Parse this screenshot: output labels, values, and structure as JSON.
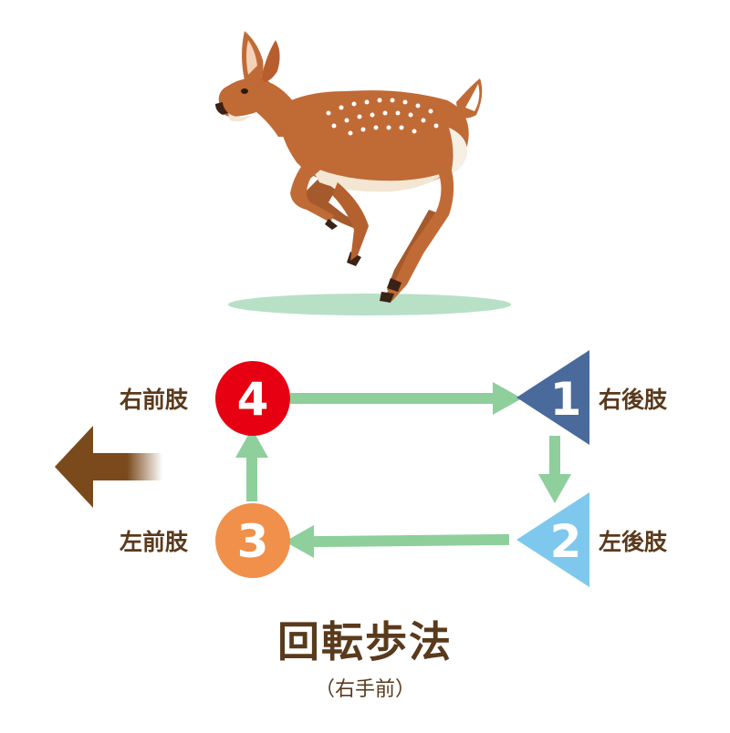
{
  "limbs": {
    "right_fore": {
      "number": "4",
      "label": "右前肢",
      "color": "#e60012",
      "shape": "circle"
    },
    "right_hind": {
      "number": "1",
      "label": "右後肢",
      "color": "#4a6a9c",
      "shape": "triangle"
    },
    "left_hind": {
      "number": "2",
      "label": "左後肢",
      "color": "#7ec8ee",
      "shape": "triangle"
    },
    "left_fore": {
      "number": "3",
      "label": "左前肢",
      "color": "#f0904a",
      "shape": "circle"
    }
  },
  "arrow_color": "#8ecf9c",
  "direction_arrow_color": "#7a4a1c",
  "title": "回転歩法",
  "subtitle": "（右手前）"
}
